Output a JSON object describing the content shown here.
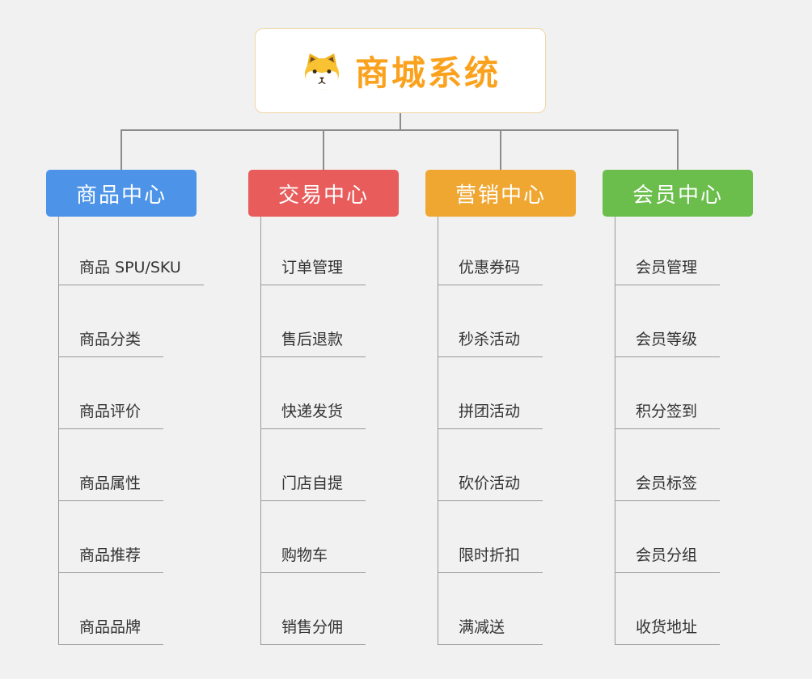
{
  "root": {
    "title": "商城系统",
    "icon": "dog-icon"
  },
  "colors": {
    "background": "#f1f1f2",
    "connector": "#8c8c8c",
    "leaf_line": "#999999",
    "leaf_text": "#333333",
    "root_title": "#faa21e",
    "root_border": "#f0d6a2"
  },
  "branches": [
    {
      "label": "商品中心",
      "color": "#4d94e8",
      "children": [
        "商品 SPU/SKU",
        "商品分类",
        "商品评价",
        "商品属性",
        "商品推荐",
        "商品品牌"
      ]
    },
    {
      "label": "交易中心",
      "color": "#e85c5c",
      "children": [
        "订单管理",
        "售后退款",
        "快递发货",
        "门店自提",
        "购物车",
        "销售分佣"
      ]
    },
    {
      "label": "营销中心",
      "color": "#f0a732",
      "children": [
        "优惠券码",
        "秒杀活动",
        "拼团活动",
        "砍价活动",
        "限时折扣",
        "满减送"
      ]
    },
    {
      "label": "会员中心",
      "color": "#6bbe4c",
      "children": [
        "会员管理",
        "会员等级",
        "积分签到",
        "会员标签",
        "会员分组",
        "收货地址"
      ]
    }
  ]
}
